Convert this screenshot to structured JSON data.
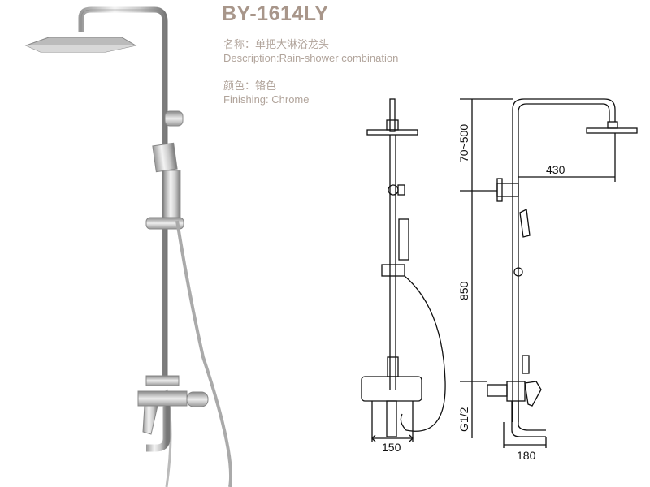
{
  "product": {
    "model": "BY-1614LY",
    "name_line": "名称：单把大淋浴龙头",
    "description_line": "Description:Rain-shower combination",
    "color_line": "颜色：铬色",
    "finishing_line": "Finishing: Chrome"
  },
  "dimensions": {
    "top_height": "70~500",
    "arm_length": "430",
    "bar_height": "850",
    "thread": "G1/2",
    "front_width": "150",
    "spout_depth": "180"
  }
}
